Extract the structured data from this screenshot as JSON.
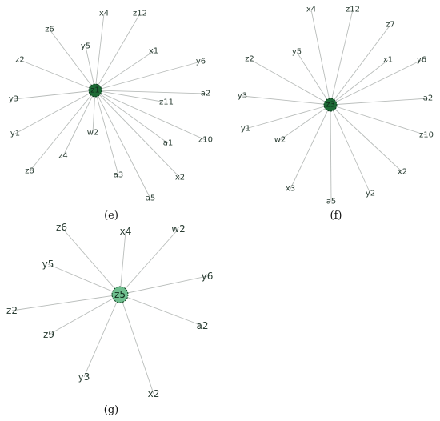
{
  "panels": [
    {
      "id": "e",
      "caption": "(e)",
      "hub": {
        "label": "z1",
        "color": "#1d6a35"
      },
      "leaves": [
        "x4",
        "z12",
        "z6",
        "y5",
        "x1",
        "z2",
        "y6",
        "y3",
        "a2",
        "z11",
        "y1",
        "w2",
        "z4",
        "a1",
        "z10",
        "z8",
        "a3",
        "x2",
        "a5"
      ]
    },
    {
      "id": "f",
      "caption": "(f)",
      "hub": {
        "label": "z3",
        "color": "#1d6a35"
      },
      "leaves": [
        "x4",
        "z12",
        "z7",
        "z2",
        "y5",
        "x1",
        "y6",
        "y3",
        "a2",
        "y1",
        "w2",
        "z10",
        "x2",
        "x3",
        "y2",
        "a5"
      ]
    },
    {
      "id": "g",
      "caption": "(g)",
      "hub": {
        "label": "z5",
        "color": "#6fbf8f"
      },
      "leaves": [
        "z6",
        "x4",
        "w2",
        "y5",
        "y6",
        "z2",
        "z9",
        "a2",
        "y3",
        "x2"
      ]
    }
  ]
}
